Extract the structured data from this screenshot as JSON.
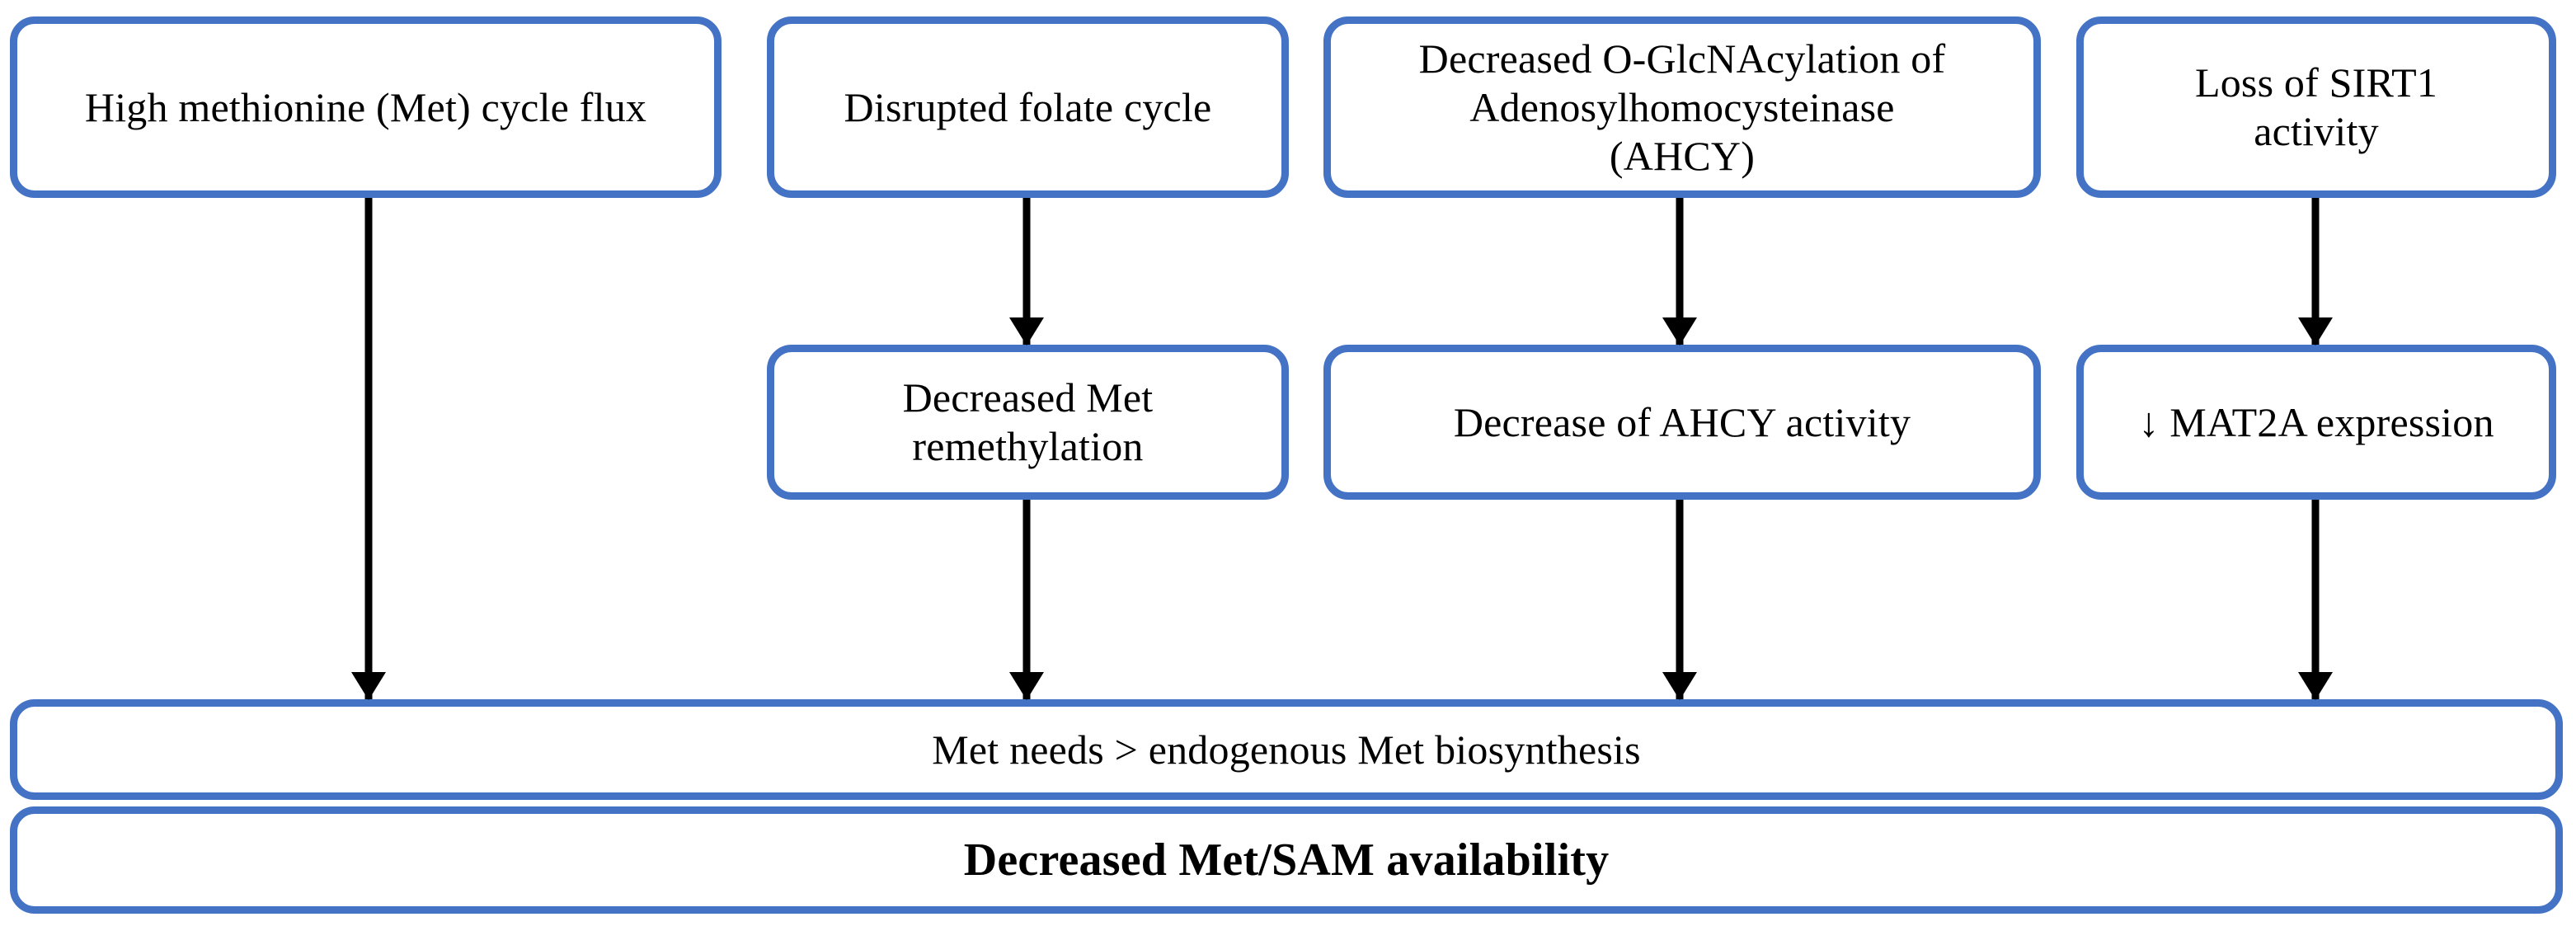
{
  "diagram": {
    "title": "Decreased Met/SAM availability pathway",
    "accent_color": "#4472C4",
    "arrow_color": "#000000",
    "background": "#ffffff",
    "rows": {
      "row1": [
        {
          "id": "met-flux",
          "text": "High methionine (Met) cycle flux"
        },
        {
          "id": "folate",
          "text": "Disrupted folate cycle"
        },
        {
          "id": "oglcnac",
          "text": "Decreased O-GlcNAcylation of\nAdenosylhomocysteinase\n(AHCY)"
        },
        {
          "id": "sirt1",
          "text": "Loss of SIRT1\nactivity"
        }
      ],
      "row2": [
        {
          "id": "remethylation",
          "text": "Decreased Met\nremethylation"
        },
        {
          "id": "ahcy-activity",
          "text": "Decrease of AHCY activity"
        },
        {
          "id": "mat2a",
          "text": "↓ MAT2A expression"
        }
      ],
      "bottom": [
        {
          "id": "met-needs",
          "text": "Met needs > endogenous Met biosynthesis",
          "bold": false
        },
        {
          "id": "decreased-sam",
          "text": "Decreased Met/SAM availability",
          "bold": true
        }
      ]
    },
    "arrows": [
      {
        "id": "c1",
        "from": "met-flux",
        "to": "met-needs"
      },
      {
        "id": "c2-top",
        "from": "folate",
        "to": "remethylation"
      },
      {
        "id": "c2-bot",
        "from": "remethylation",
        "to": "met-needs"
      },
      {
        "id": "c3-top",
        "from": "oglcnac",
        "to": "ahcy-activity"
      },
      {
        "id": "c3-bot",
        "from": "ahcy-activity",
        "to": "met-needs"
      },
      {
        "id": "c4-top",
        "from": "sirt1",
        "to": "mat2a"
      },
      {
        "id": "c4-bot",
        "from": "mat2a",
        "to": "met-needs"
      }
    ]
  }
}
